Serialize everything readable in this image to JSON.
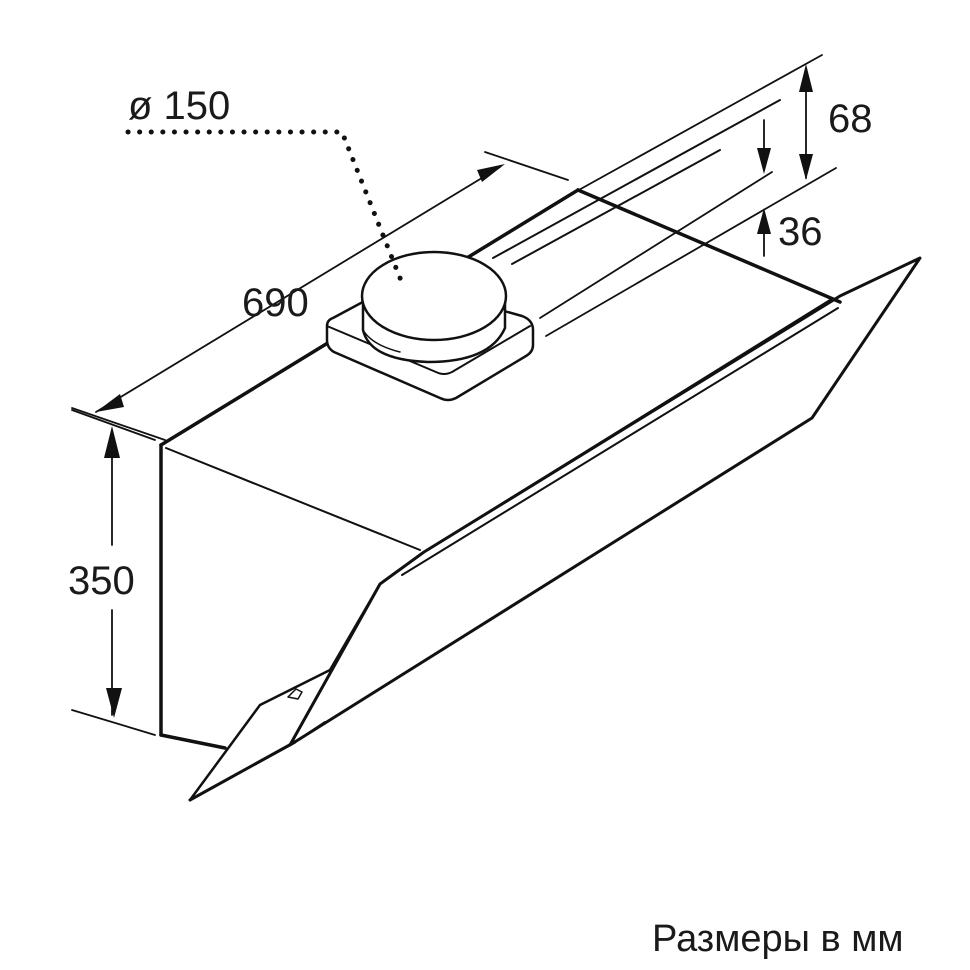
{
  "diagram": {
    "subject": "Inclined wall-mounted cooker hood, isometric dimension drawing",
    "dimensions": {
      "duct_diameter": "ø 150",
      "depth": "690",
      "height": "350",
      "top_offset": "68",
      "rear_offset": "36"
    },
    "caption": "Размеры в мм",
    "colors": {
      "line": "#111111",
      "background": "#ffffff",
      "text": "#1a1a1a"
    }
  }
}
